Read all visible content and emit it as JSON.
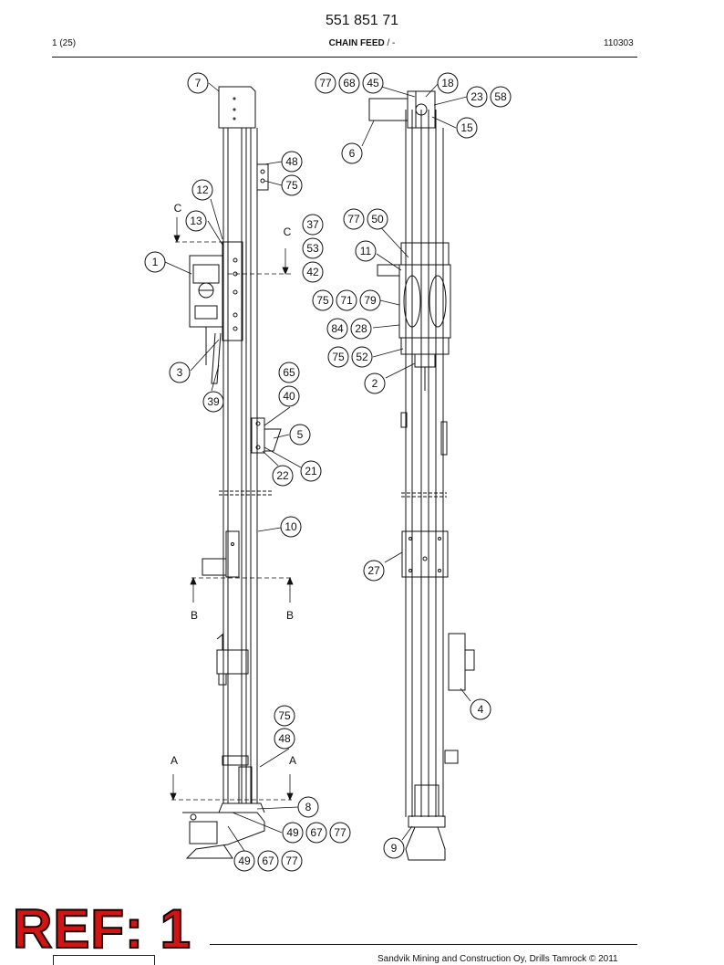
{
  "header": {
    "doc_number": "551 851 71",
    "page_count": "1 (25)",
    "section_title": "CHAIN FEED",
    "section_suffix": " / -",
    "rev_code": "110303"
  },
  "section_markers": {
    "c_left": "C",
    "c_right": "C",
    "b_left": "B",
    "b_right": "B",
    "a_left": "A",
    "a_right": "A"
  },
  "callouts": {
    "left_view": [
      "7",
      "48",
      "75",
      "12",
      "13",
      "37",
      "53",
      "42",
      "1",
      "3",
      "39",
      "65",
      "40",
      "5",
      "21",
      "22",
      "10",
      "75",
      "48",
      "8",
      "49",
      "67",
      "77",
      "49",
      "67",
      "77"
    ],
    "right_view": [
      "77",
      "68",
      "45",
      "18",
      "23",
      "58",
      "15",
      "6",
      "77",
      "50",
      "11",
      "75",
      "71",
      "79",
      "84",
      "28",
      "75",
      "52",
      "2",
      "27",
      "4",
      "9"
    ]
  },
  "footer": {
    "ref_stamp": "REF: 1",
    "copyright": "Sandvik Mining and Construction Oy, Drills Tamrock © 2011"
  },
  "colors": {
    "ref_stamp": "#d21414",
    "line": "#111111"
  }
}
